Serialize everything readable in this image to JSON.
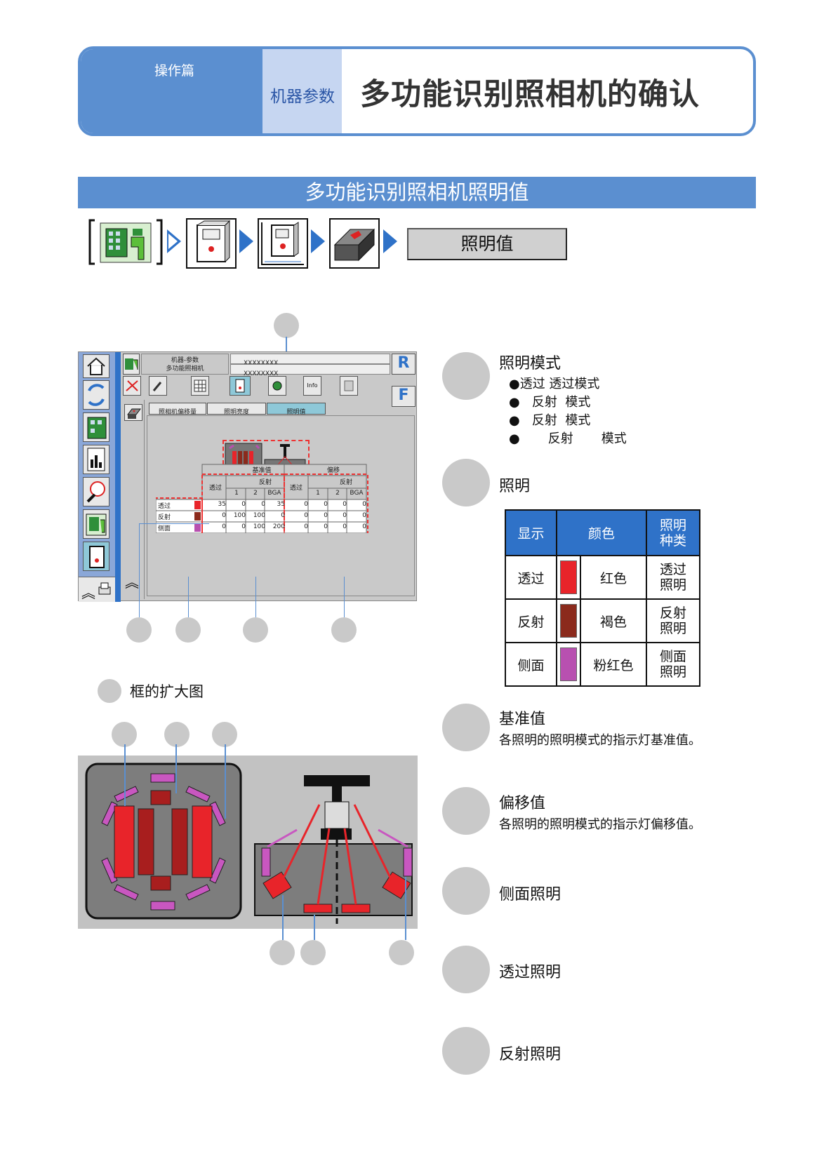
{
  "header": {
    "section": "操作篇",
    "category": "机器参数",
    "title": "多功能识别照相机的确认"
  },
  "section_bar": "多功能识别照相机照明值",
  "nav": {
    "final_button": "照明值",
    "icons": [
      "parameter-icon",
      "machine-icon",
      "camera-unit-icon",
      "recognition-camera-icon"
    ]
  },
  "screen": {
    "header_line1": "机器-参数",
    "header_line2": "多功能照相机",
    "info1": "XXXXXXXX",
    "info2": "XXXXXXXX",
    "btn_r": "R",
    "btn_f": "F",
    "btn_info": "Info",
    "tabs": [
      "照相机偏移量",
      "照明亮度",
      "照明值"
    ],
    "table": {
      "group_base": "基准值",
      "group_offset": "偏移",
      "col_trans": "透过",
      "col_reflect": "反射",
      "sub_cols": [
        "1",
        "2",
        "BGA"
      ],
      "rows": [
        {
          "label": "透过",
          "color": "#e8242a",
          "base": [
            "35",
            "0",
            "0",
            "35"
          ],
          "offset": [
            "0",
            "0",
            "0",
            "0"
          ]
        },
        {
          "label": "反射",
          "color": "#8b2a1c",
          "base": [
            "0",
            "100",
            "100",
            "0"
          ],
          "offset": [
            "0",
            "0",
            "0",
            "0"
          ]
        },
        {
          "label": "侧面",
          "color": "#b850b0",
          "base": [
            "0",
            "0",
            "100",
            "200"
          ],
          "offset": [
            "0",
            "0",
            "0",
            "0"
          ]
        }
      ]
    }
  },
  "enlarge_caption": "框的扩大图",
  "right": {
    "mode_title": "照明模式",
    "mode_items": [
      "●透过 透过模式",
      "●   反射  模式",
      "●   反射  模式",
      "●       反射       模式"
    ],
    "lighting_title": "照明",
    "table": {
      "headers": [
        "显示",
        "颜色",
        "照明种类"
      ],
      "header_type_lines": [
        "照明",
        "种类"
      ],
      "rows": [
        {
          "label": "透过",
          "color": "#e8242a",
          "color_name": "红色",
          "type_lines": [
            "透过",
            "照明"
          ]
        },
        {
          "label": "反射",
          "color": "#8b2a1c",
          "color_name": "褐色",
          "type_lines": [
            "反射",
            "照明"
          ]
        },
        {
          "label": "侧面",
          "color": "#b850b0",
          "color_name": "粉红色",
          "type_lines": [
            "侧面",
            "照明"
          ]
        }
      ]
    },
    "base_title": "基准值",
    "base_desc": "各照明的照明模式的指示灯基准值。",
    "offset_title": "偏移值",
    "offset_desc": "各照明的照明模式的指示灯偏移值。",
    "side_title": "侧面照明",
    "trans_title": "透过照明",
    "reflect_title": "反射照明"
  }
}
